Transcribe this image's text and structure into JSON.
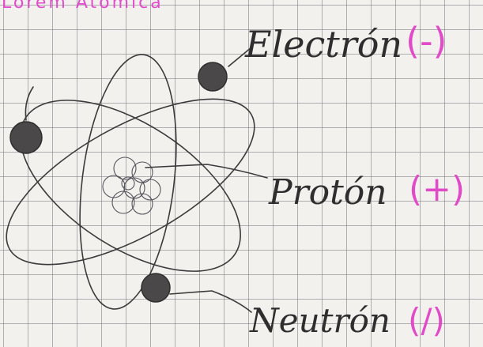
{
  "title": "Lorem Atomica",
  "labels": {
    "electron": {
      "name": "Electrón",
      "charge": "(-)"
    },
    "proton": {
      "name": "Protón",
      "charge": "(+)"
    },
    "neutron": {
      "name": "Neutrón",
      "charge": "(/)"
    }
  },
  "colors": {
    "ink": "#3c3a3a",
    "charge_pink": "#e04cc8",
    "electron_fill": "#4a4848",
    "grid": "#78787d"
  }
}
